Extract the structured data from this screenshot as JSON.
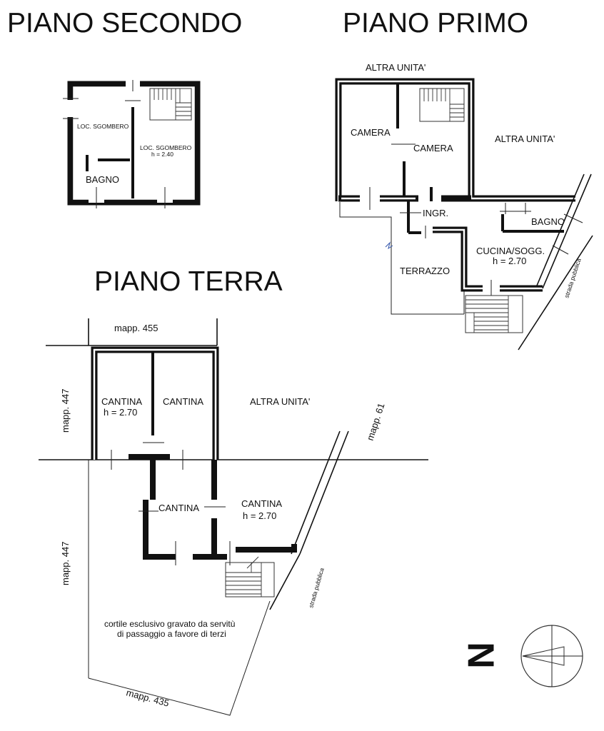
{
  "titles": {
    "second": "PIANO SECONDO",
    "first": "PIANO PRIMO",
    "ground": "PIANO TERRA"
  },
  "second_floor": {
    "loc_left": "LOC. SGOMBERO",
    "loc_right": "LOC. SGOMBERO",
    "loc_right_height": "h = 2.40",
    "bagno": "BAGNO"
  },
  "first_floor": {
    "altra_top": "ALTRA UNITA'",
    "altra_right": "ALTRA UNITA'",
    "camera_left": "CAMERA",
    "camera_right": "CAMERA",
    "ingr": "INGR.",
    "bagno": "BAGNO",
    "cucina": "CUCINA/SOGG.",
    "cucina_height": "h = 2.70",
    "terrazzo": "TERRAZZO",
    "strada": "strada pubblica"
  },
  "ground_floor": {
    "mapp_top": "mapp. 455",
    "mapp_left_upper": "mapp. 447",
    "mapp_left_lower": "mapp. 447",
    "mapp_right": "mapp. 61",
    "mapp_bottom": "mapp. 435",
    "cantina_1": "CANTINA",
    "cantina_1_height": "h = 2.70",
    "cantina_2": "CANTINA",
    "altra": "ALTRA UNITA'",
    "cantina_3": "CANTINA",
    "cantina_4": "CANTINA",
    "cantina_4_height": "h = 2.70",
    "strada": "strada pubblica",
    "cortile_line1": "cortile esclusivo gravato da servitù",
    "cortile_line2": "di passaggio a favore di terzi"
  },
  "north": {
    "letter": "N"
  }
}
